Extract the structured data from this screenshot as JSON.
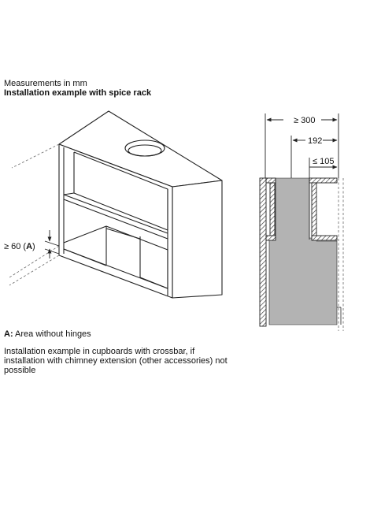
{
  "header": {
    "line1": "Measurements in mm",
    "line2": "Installation example with spice rack"
  },
  "left_figure": {
    "dim_prefix": "≥ 60 (",
    "dim_letter": "A",
    "dim_suffix": ")"
  },
  "right_figure": {
    "dim_width": "≥ 300",
    "dim_center": "192",
    "dim_duct": "≤ 105"
  },
  "notes": {
    "legend_key": "A:",
    "legend_text": " Area without hinges",
    "paragraph": "Installation example in cupboards with crossbar, if installation with chimney extension (other accessories) not possible"
  },
  "colors": {
    "stroke": "#222222",
    "hood_fill": "#b3b3b3",
    "dashed": "#666666"
  }
}
